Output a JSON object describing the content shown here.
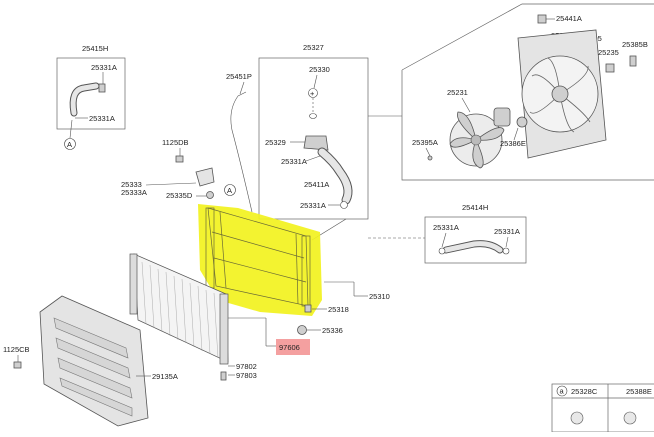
{
  "labels": {
    "p25415H": "25415H",
    "p25331A_a": "25331A",
    "p25331A_b": "25331A",
    "circleA_1": "A",
    "p1125DB": "1125DB",
    "p25333": "25333",
    "p25333A": "25333A",
    "p25335D": "25335D",
    "circleA_2": "A",
    "p25451P": "25451P",
    "p25327": "25327",
    "p25330": "25330",
    "p25329": "25329",
    "p25331A_c": "25331A",
    "p25411A": "25411A",
    "p25331A_d": "25331A",
    "p25441A": "25441A",
    "p25350": "25350",
    "p25395": "25395",
    "p25385B": "25385B",
    "p25235": "25235",
    "p25231": "25231",
    "p25395A": "25395A",
    "p25386E": "25386E",
    "p25414H": "25414H",
    "p25331A_e": "25331A",
    "p25331A_f": "25331A",
    "p25310": "25310",
    "p25318": "25318",
    "p25336": "25336",
    "p97606": "97606",
    "p1125CB": "1125CB",
    "p29135A": "29135A",
    "p97802": "97802",
    "p97803": "97803",
    "table_a_symbol": "a",
    "table_a_part": "25328C",
    "table_b_part": "25388E"
  },
  "colors": {
    "highlight": "#f2f21e",
    "reference_badge": "#f4a0a0"
  }
}
